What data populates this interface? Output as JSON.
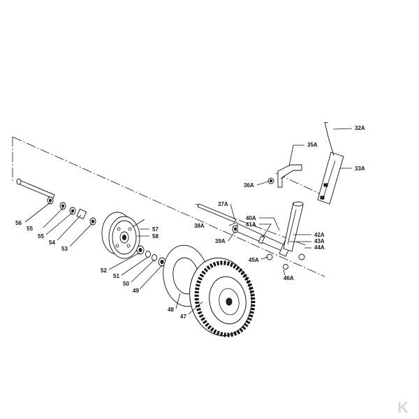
{
  "diagram": {
    "labels": {
      "l32A": "32A",
      "l35A": "35A",
      "l33A": "33A",
      "l36A": "36A",
      "l37A": "37A",
      "l38A": "38A",
      "l39A": "39A",
      "l40A": "40A",
      "l41A": "41A",
      "l42A": "42A",
      "l43A": "43A",
      "l44A": "44A",
      "l45A": "45A",
      "l46A": "46A",
      "l56": "56",
      "l55a": "55",
      "l55b": "55",
      "l54": "54",
      "l53": "53",
      "l57": "57",
      "l58": "58",
      "l52": "52",
      "l51": "51",
      "l50": "50",
      "l49": "49",
      "l48": "48",
      "l47": "47"
    },
    "logo": {
      "letter": "K",
      "color": "#d7d7d7"
    }
  }
}
